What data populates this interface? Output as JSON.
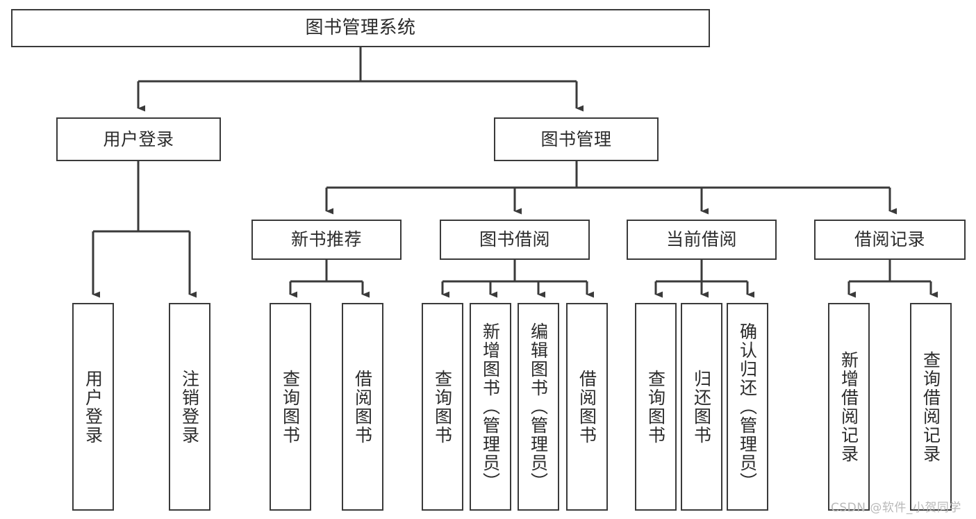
{
  "diagram": {
    "title": "图书管理系统",
    "type": "tree-hierarchy",
    "stroke_color": "#3a3a3a",
    "fill_color": "#ffffff",
    "text_color": "#2b2b2b",
    "watermark": "CSDN @软件_小贺同学"
  },
  "nodes": {
    "root": {
      "label": "图书管理系统"
    },
    "level2": [
      {
        "label": "用户登录"
      },
      {
        "label": "图书管理"
      }
    ],
    "level3": [
      {
        "label": "新书推荐"
      },
      {
        "label": "图书借阅"
      },
      {
        "label": "当前借阅"
      },
      {
        "label": "借阅记录"
      }
    ],
    "leaves": {
      "user_login": [
        {
          "label": "用户登录"
        },
        {
          "label": "注销登录"
        }
      ],
      "new_book_recommend": [
        {
          "label": "查询图书"
        },
        {
          "label": "借阅图书"
        }
      ],
      "book_borrow": [
        {
          "label": "查询图书"
        },
        {
          "label": "新增图书（管理员）"
        },
        {
          "label": "编辑图书（管理员）"
        },
        {
          "label": "借阅图书"
        }
      ],
      "current_borrow": [
        {
          "label": "查询图书"
        },
        {
          "label": "归还图书"
        },
        {
          "label": "确认归还（管理员）"
        }
      ],
      "borrow_record": [
        {
          "label": "新增借阅记录"
        },
        {
          "label": "查询借阅记录"
        }
      ]
    }
  }
}
